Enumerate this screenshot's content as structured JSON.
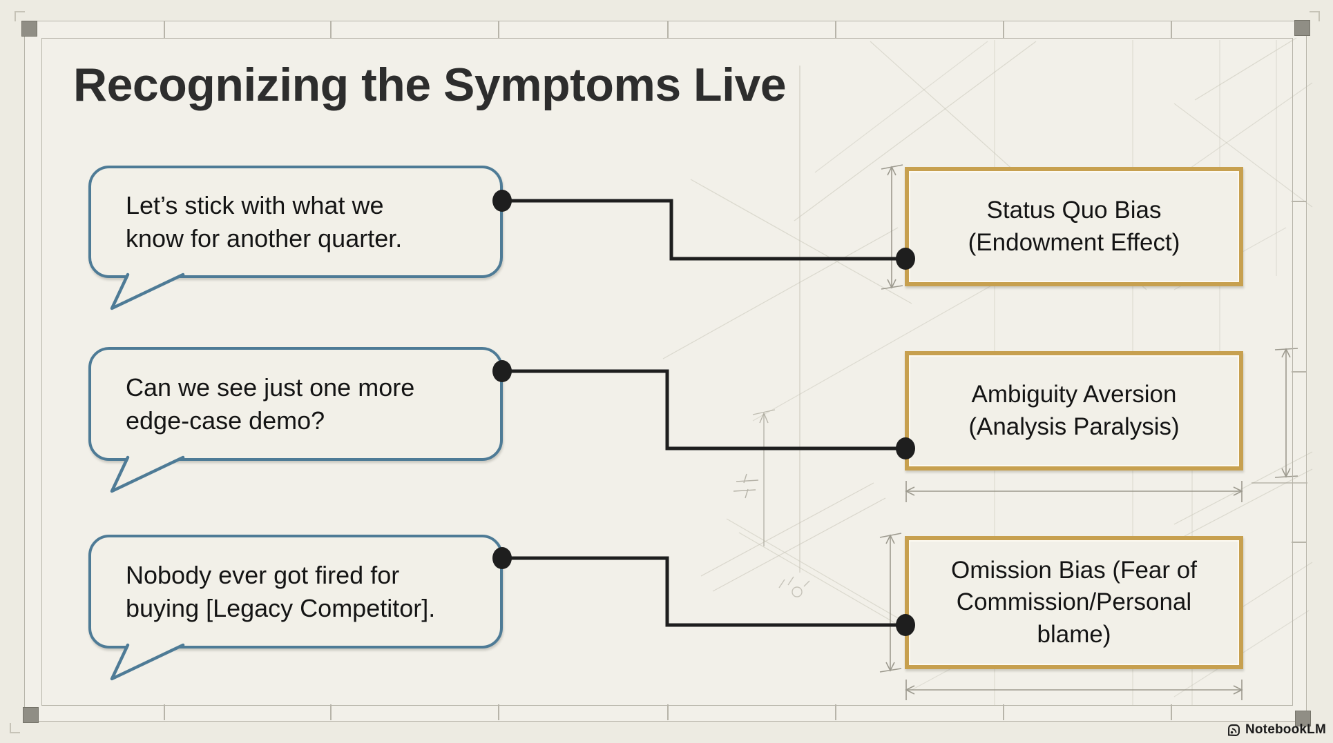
{
  "slide": {
    "title": "Recognizing the Symptoms Live"
  },
  "bubbles": [
    {
      "text": "Let’s stick with what we\nknow for another quarter."
    },
    {
      "text": "Can we see just one more\nedge-case demo?"
    },
    {
      "text": "Nobody ever got fired for\nbuying [Legacy Competitor]."
    }
  ],
  "boxes": [
    {
      "text": "Status Quo Bias\n(Endowment Effect)"
    },
    {
      "text": "Ambiguity Aversion\n(Analysis Paralysis)"
    },
    {
      "text": "Omission Bias (Fear of\nCommission/Personal\nblame)"
    }
  ],
  "brand": {
    "name": "NotebookLM"
  },
  "colors": {
    "background": "#f2f0e9",
    "bubble_border": "#4e7b96",
    "box_border": "#c7a04f",
    "ink": "#141414",
    "connector": "#1e1e1e",
    "frame": "#b7b4a9",
    "blueprint": "#b9b6aa"
  }
}
